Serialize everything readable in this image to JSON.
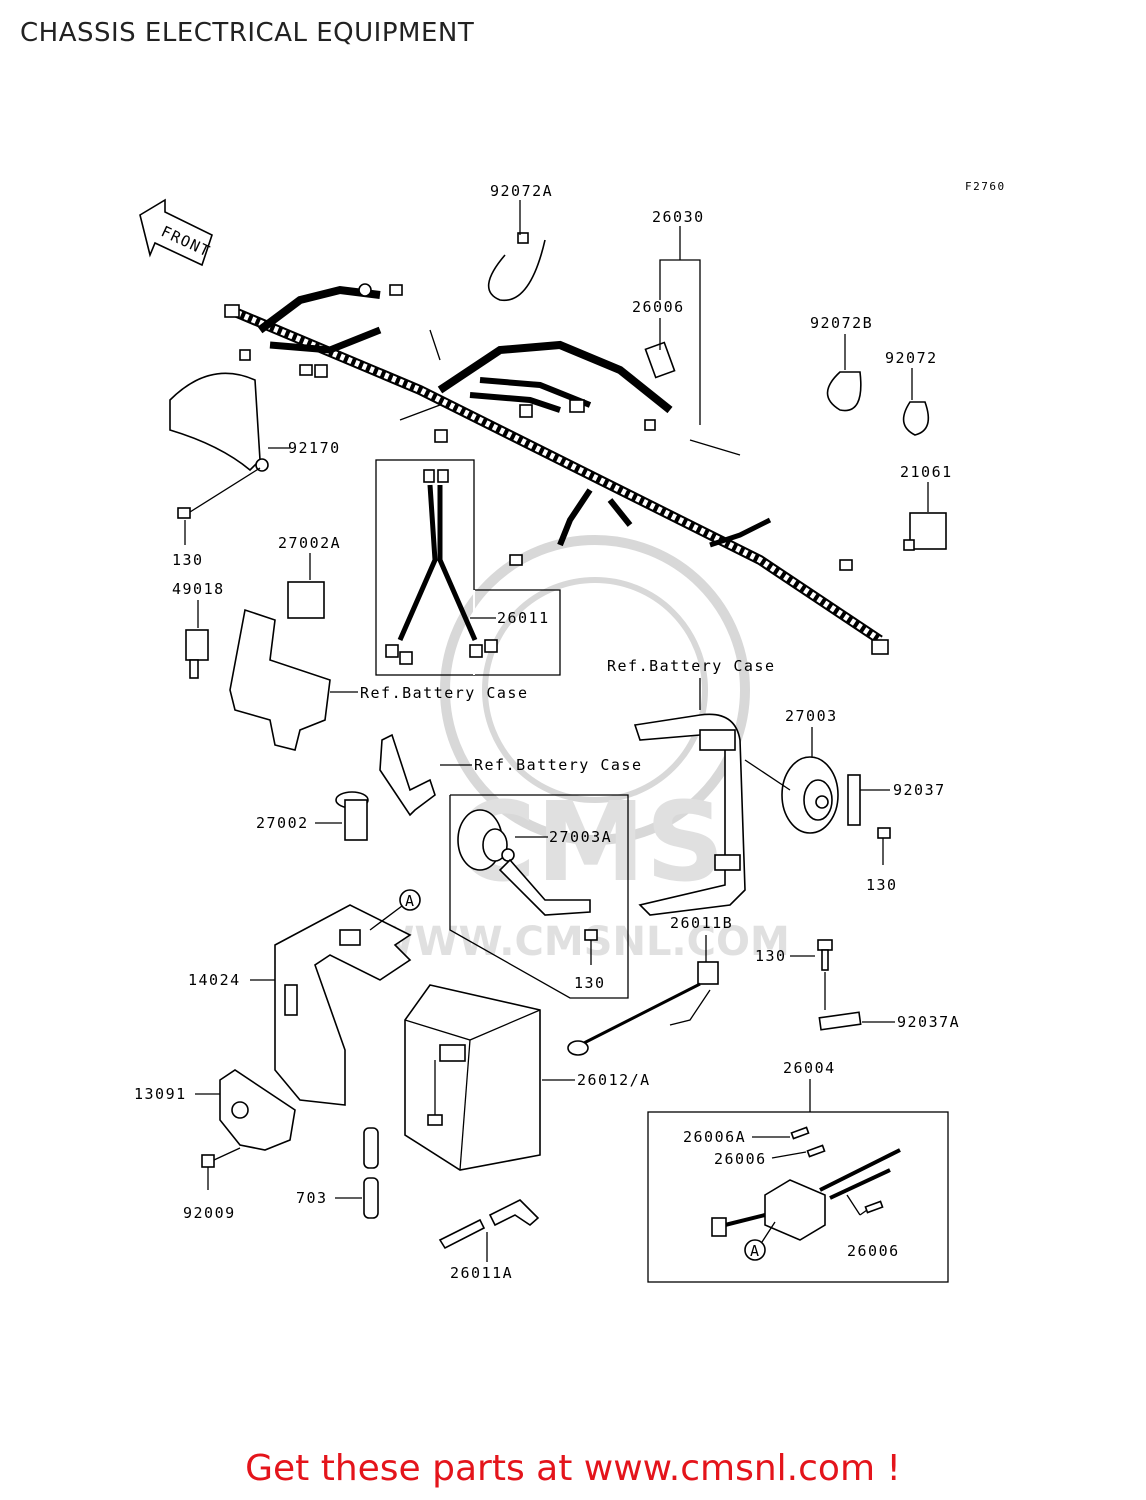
{
  "header": {
    "title": "CHASSIS ELECTRICAL EQUIPMENT"
  },
  "diagram": {
    "code": "F2760",
    "front_label": "FRONT",
    "watermark_text": "WWW.CMSNL.COM",
    "watermark_brand": "CMS",
    "callouts": {
      "p92072A": "92072A",
      "p26030": "26030",
      "p26006_top": "26006",
      "p92072B": "92072B",
      "p92072": "92072",
      "p92170": "92170",
      "p130_a": "130",
      "p21061": "21061",
      "p27002A": "27002A",
      "p49018": "49018",
      "p26011": "26011",
      "ref_battery_case_1": "Ref.Battery Case",
      "ref_battery_case_2": "Ref.Battery Case",
      "ref_battery_case_3": "Ref.Battery Case",
      "p27003": "27003",
      "p92037": "92037",
      "p27002": "27002",
      "p27003A": "27003A",
      "p130_b": "130",
      "p130_c": "130",
      "p26011B": "26011B",
      "p130_d": "130",
      "p14024": "14024",
      "p92037A": "92037A",
      "p26004": "26004",
      "p26012A": "26012/A",
      "p13091": "13091",
      "p26006A": "26006A",
      "p26006_mid": "26006",
      "p92009": "92009",
      "p703": "703",
      "p26011A": "26011A",
      "p26006_bot": "26006",
      "ref_A_1": "A",
      "ref_A_2": "A"
    }
  },
  "footer": {
    "banner": "Get these parts at www.cmsnl.com !"
  }
}
